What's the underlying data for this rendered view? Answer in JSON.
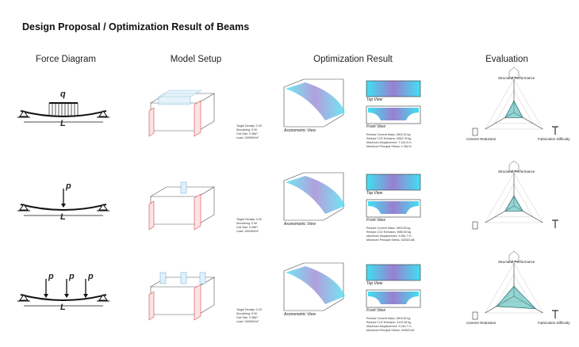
{
  "title": "Design Proposal / Optimization Result of Beams",
  "columns": [
    "Force Diagram",
    "Model Setup",
    "Optimization Result",
    "Evaluation"
  ],
  "views": {
    "top": "Top View",
    "front": "Front View",
    "axo": "Axonometric View"
  },
  "radar_axes": [
    "Structural Performance",
    "Cement Reduction",
    "Fabrication Difficulty"
  ],
  "rows": [
    {
      "load_symbol": "q",
      "span_symbol": "L",
      "loads": 1,
      "setup": [
        "Target Density: 0.20",
        "Smoothing: 0.90",
        "Cell Size: 0.3667",
        "Load: 10000N/m²"
      ],
      "results": [
        "Reduce Cement Mass: 2803.24 kg",
        "Reduce CO2 Emission: 8362.78 kg",
        "Maximum Displacement: 7.12e-6 m",
        "Maximum Principal Stress: 2.78e+6"
      ],
      "radar": [
        0.35,
        0.3,
        0.3
      ]
    },
    {
      "load_symbol": "p",
      "span_symbol": "L",
      "loads": 1,
      "setup": [
        "Target Density: 0.20",
        "Smoothing: 0.90",
        "Cell Size: 0.3667",
        "Load: 10000N/m²"
      ],
      "results": [
        "Reduce Cement Mass: 2803.50 kg",
        "Reduce CO2 Emission: 4980.50 kg",
        "Maximum Displacement: 9.05e-7 m",
        "Maximum Principal Stress: 162523.88"
      ],
      "radar": [
        0.3,
        0.3,
        0.3
      ]
    },
    {
      "load_symbol": "p",
      "span_symbol": "L",
      "loads": 3,
      "setup": [
        "Target Density: 0.20",
        "Smoothing: 0.90",
        "Cell Size: 0.3667",
        "Load: 10000N/m²"
      ],
      "results": [
        "Reduce Cement Mass: 2803.60 kg",
        "Reduce CO2 Emission: 4123.35 kg",
        "Maximum Displacement: 3.23e-7 m",
        "Maximum Principal Stress: 190523.80"
      ],
      "radar": [
        0.3,
        0.6,
        0.75
      ]
    }
  ],
  "colors": {
    "accent": "#3fb3b0",
    "cyan": "#3fe0f0",
    "purple": "#9a7fd0",
    "red": "#d9474f"
  }
}
